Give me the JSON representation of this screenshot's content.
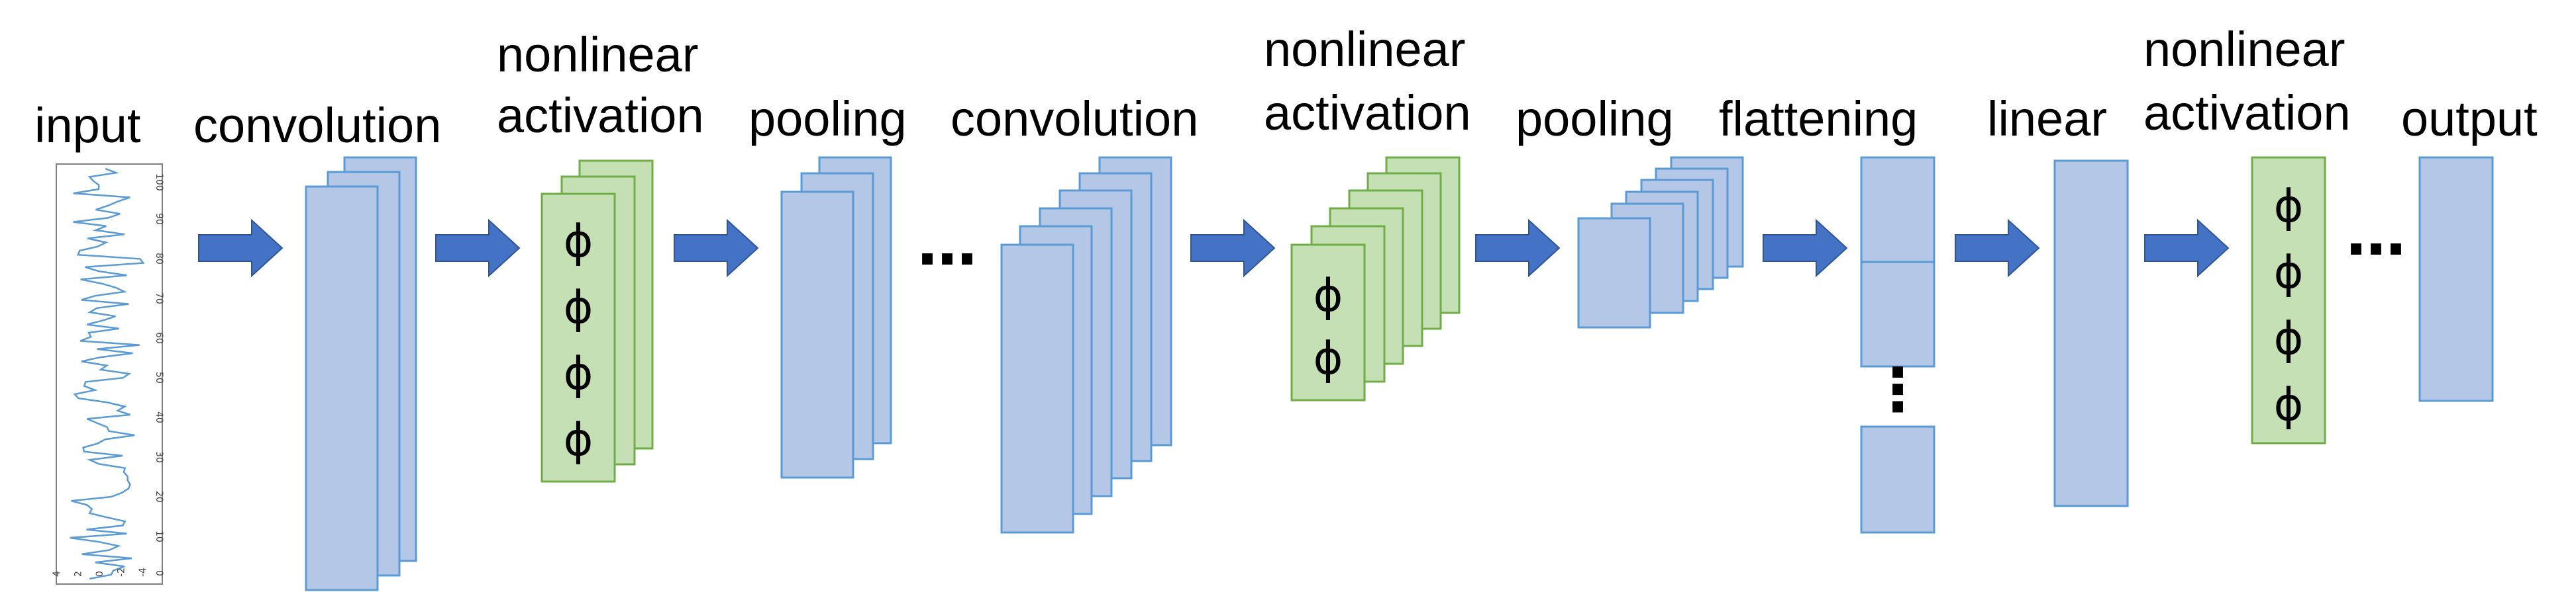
{
  "stage_labels": {
    "input": "input",
    "convolution_1": "convolution",
    "nonlinear_1_line1": "nonlinear",
    "nonlinear_1_line2": "activation",
    "pooling_1": "pooling",
    "convolution_2": "convolution",
    "nonlinear_2_line1": "nonlinear",
    "nonlinear_2_line2": "activation",
    "pooling_2": "pooling",
    "flattening": "flattening",
    "linear": "linear",
    "nonlinear_3_line1": "nonlinear",
    "nonlinear_3_line2": "activation",
    "output": "output"
  },
  "symbols": {
    "phi": "ϕ",
    "ellipsis": "…",
    "vertical_ellipsis": "⋮"
  },
  "input_plot": {
    "y_ticks": [
      "100",
      "90",
      "80",
      "70",
      "60",
      "50",
      "40",
      "30",
      "20",
      "10",
      "0"
    ],
    "x_ticks": [
      "4",
      "2",
      "0",
      "-2",
      "-4"
    ]
  },
  "colors": {
    "feature_map_fill": "#b4c7e7",
    "feature_map_stroke": "#5b9bd5",
    "activation_fill": "#c5e0b4",
    "activation_stroke": "#70ad47",
    "arrow_fill": "#4472c4",
    "signal_line": "#5b9bd5"
  }
}
